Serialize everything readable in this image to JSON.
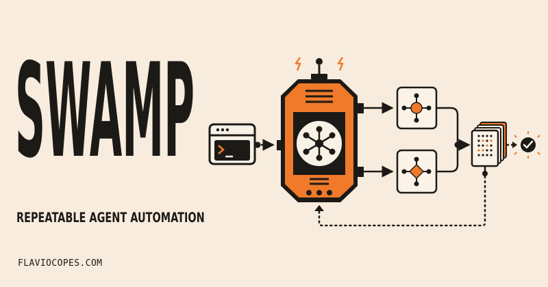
{
  "brand": {
    "title": "SWAMP",
    "tagline": "REPEATABLE AGENT AUTOMATION",
    "site": "FLAVIOCOPES.COM"
  },
  "colors": {
    "background": "#f7ecdd",
    "ink": "#1c1a17",
    "accent": "#f07a2a",
    "node_fill": "#fbf3e8"
  },
  "diagram": {
    "icons": [
      "terminal-window-icon",
      "agent-hub-icon",
      "workflow-node-icon",
      "stacked-documents-icon",
      "checkmark-circle-icon",
      "spark-icon"
    ]
  }
}
